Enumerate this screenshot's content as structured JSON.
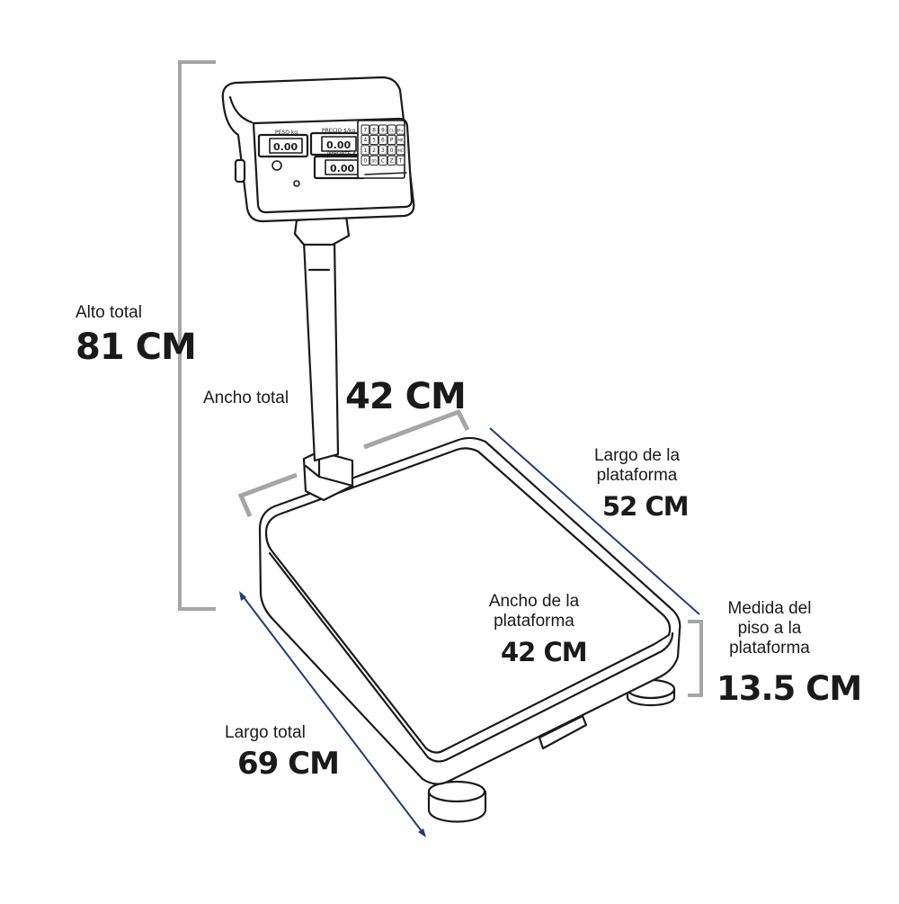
{
  "dimensions": {
    "alto_total": {
      "label": "Alto total",
      "value": "81 CM"
    },
    "ancho_total": {
      "label": "Ancho total",
      "value": "42 CM"
    },
    "largo_plataforma": {
      "label_line1": "Largo de la",
      "label_line2": "plataforma",
      "value": "52 CM"
    },
    "ancho_plataforma": {
      "label_line1": "Ancho de la",
      "label_line2": "plataforma",
      "value": "42 CM"
    },
    "medida_piso": {
      "label_line1": "Medida del",
      "label_line2": "piso a la",
      "label_line3": "plataforma",
      "value": "13.5 CM"
    },
    "largo_total": {
      "label": "Largo total",
      "value": "69 CM"
    }
  },
  "display": {
    "peso_label": "PESO kg",
    "precio_label": "PRECIO $/kg",
    "importe_label": "IMPORTE $",
    "peso_value": "0.00",
    "precio_value": "0.00",
    "importe_value": "0.00",
    "keypad_keys": [
      "7",
      "8",
      "9",
      "CL",
      "M+",
      "4",
      "5",
      "6",
      "P",
      "MR",
      "1",
      "2",
      "3",
      "0",
      "MC",
      "0",
      "00",
      "C",
      "Z",
      "T"
    ]
  },
  "colors": {
    "gray_bracket": "#a6a6a6",
    "blue_line": "#1f3f73",
    "outline": "#1a1a1a"
  }
}
